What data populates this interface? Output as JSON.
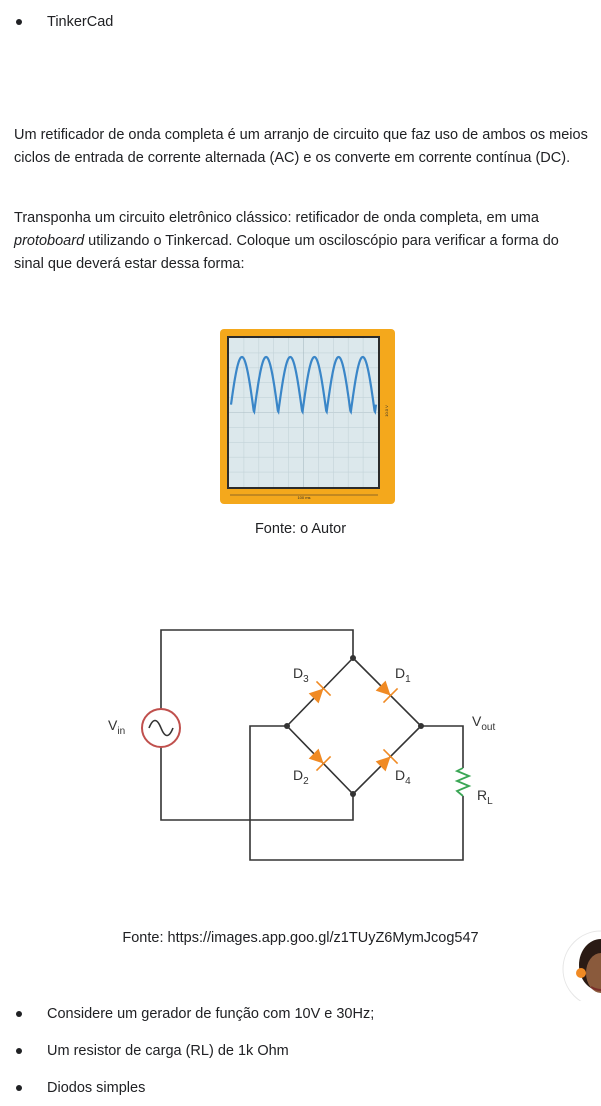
{
  "top_bullet": "TinkerCad",
  "paragraphs": [
    "Um retificador de onda completa é um arranjo de circuito que faz uso de ambos os meios ciclos de entrada de corrente alternada (AC) e os converte em corrente contínua (DC).",
    {
      "before": "Transponha um circuito eletrônico clássico: retificador de onda completa, em uma ",
      "italic": "protoboard",
      "after": " utilizando o Tinkercad. Coloque um osciloscópio para verificar a forma do sinal que deverá estar dessa forma:"
    }
  ],
  "oscilloscope": {
    "x_label": "100 ms",
    "y_label": "10.0 V",
    "frame_color": "#f4a81c",
    "screen_color": "#dce8ec",
    "trace_color": "#3a86c8",
    "humps": 6
  },
  "caption_scope": "Fonte: o Autor",
  "circuit": {
    "source_label": "V",
    "source_sub": "in",
    "d1": "D",
    "d1_sub": "1",
    "d2": "D",
    "d2_sub": "2",
    "d3": "D",
    "d3_sub": "3",
    "d4": "D",
    "d4_sub": "4",
    "vout": "V",
    "vout_sub": "out",
    "rl": "R",
    "rl_sub": "L",
    "diode_color": "#f08a24",
    "source_color": "#c0504d",
    "resistor_color": "#3aa655"
  },
  "caption_circuit": "Fonte: https://images.app.goo.gl/z1TUyZ6MymJcog547",
  "bottom_bullets": [
    "Considere um gerador de função com 10V e 30Hz;",
    "Um resistor de carga (RL) de 1k Ohm",
    "Diodos simples"
  ]
}
